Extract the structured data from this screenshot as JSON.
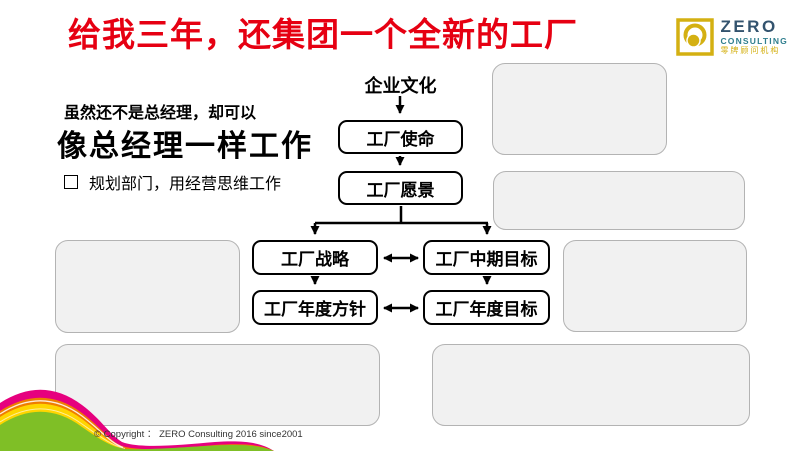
{
  "slide": {
    "title": "给我三年，还集团一个全新的工厂",
    "logo": {
      "name": "ZERO",
      "subtitle": "CONSULTING",
      "tagline": "零牌顾问机构"
    },
    "intro": {
      "line1": "虽然还不是总经理，却可以",
      "line2": "像总经理一样工作",
      "bullet": "规划部门，用经营思维工作"
    },
    "flowchart": {
      "top_label": "企业文化",
      "nodes": {
        "mission": "工厂使命",
        "vision": "工厂愿景",
        "strategy": "工厂战略",
        "mid_term_goal": "工厂中期目标",
        "annual_policy": "工厂年度方针",
        "annual_goal": "工厂年度目标"
      }
    },
    "footer": {
      "copyright": "© Copyright ： ZERO Consulting 2016 since2001"
    },
    "colors": {
      "title_red": "#e60012",
      "flow_stroke": "#000000",
      "placeholder_fill": "#f1f1f1",
      "placeholder_border": "#b3b3b3",
      "logo_gold": "#d4b012",
      "logo_navy": "#33536e",
      "logo_teal": "#2f7e8e",
      "ribbon_magenta": "#e6007e",
      "ribbon_orange": "#ef7d00",
      "ribbon_yellow": "#ffd500",
      "ribbon_green": "#7fbf26"
    }
  }
}
